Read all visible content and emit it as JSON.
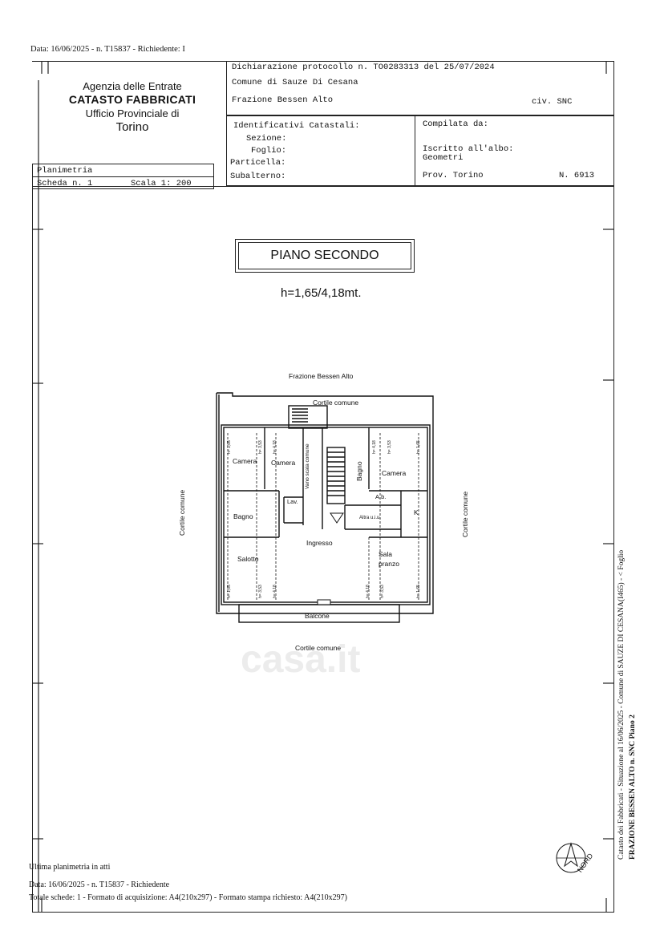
{
  "header": {
    "date_line": "Data: 16/06/2025 - n. T15837 - Richiedente: I",
    "agency": {
      "line1": "Agenzia delle Entrate",
      "line2": "CATASTO FABBRICATI",
      "line3": "Ufficio Provinciale di",
      "line4": "Torino"
    },
    "dichiarazione": "Dichiarazione protocollo n. TO0283313 del  25/07/2024",
    "comune": "Comune di Sauze Di Cesana",
    "frazione": "Frazione Bessen Alto",
    "civ": "civ. SNC",
    "identificativi": "Identificativi Catastali:",
    "sezione": "Sezione:",
    "foglio": "Foglio:",
    "particella": "Particella:",
    "subalterno": "Subalterno:",
    "compilata": "Compilata da:",
    "iscritto": "Iscritto all'albo:",
    "geometri": "Geometri",
    "prov": "Prov. Torino",
    "numero": "N. 6913",
    "planimetria": "Planimetria",
    "scheda": "Scheda n. 1",
    "scala": "Scala 1: 200"
  },
  "plan": {
    "title": "PIANO SECONDO",
    "height": "h=1,65/4,18mt.",
    "frazione_label": "Frazione Bessen Alto",
    "cortile_top": "Cortile comune",
    "cortile_left": "Cortile comune",
    "cortile_right": "Cortile comune",
    "cortile_bottom": "Cortile comune",
    "rooms": {
      "camera1": "Camera",
      "camera2": "Camera",
      "camera3": "Camera",
      "vano_scala": "Vano scala comune",
      "bagno1": "Bagno",
      "bagno2": "Bagno",
      "lav": "Lav.",
      "ab": "A.b.",
      "k": "K",
      "altra": "Altra u.i.u.",
      "ingresso": "Ingresso",
      "salotto": "Salotto",
      "sala": "Sala",
      "pranzo": "pranzo",
      "balcone": "Balcone"
    },
    "h_165": "h= 1,65",
    "h_353": "h= 3,53",
    "h_418": "h= 4,18",
    "nord": "NORD"
  },
  "footer": {
    "ultima": "Ultima planimetria in atti",
    "data_line": "Data: 16/06/2025 - n. T15837 - Richiedente",
    "totale": "Totale schede: 1 - Formato di acquisizione: A4(210x297) - Formato stampa richiesto: A4(210x297)"
  },
  "side": {
    "line1": "Catasto dei Fabbricati - Situazione al 16/06/2025 - Comune di SAUZE DI CESANA(I465) - < Foglio",
    "line2": "FRAZIONE BESSEN ALTO n. SNC Piano 2"
  },
  "watermark": "casa.it"
}
